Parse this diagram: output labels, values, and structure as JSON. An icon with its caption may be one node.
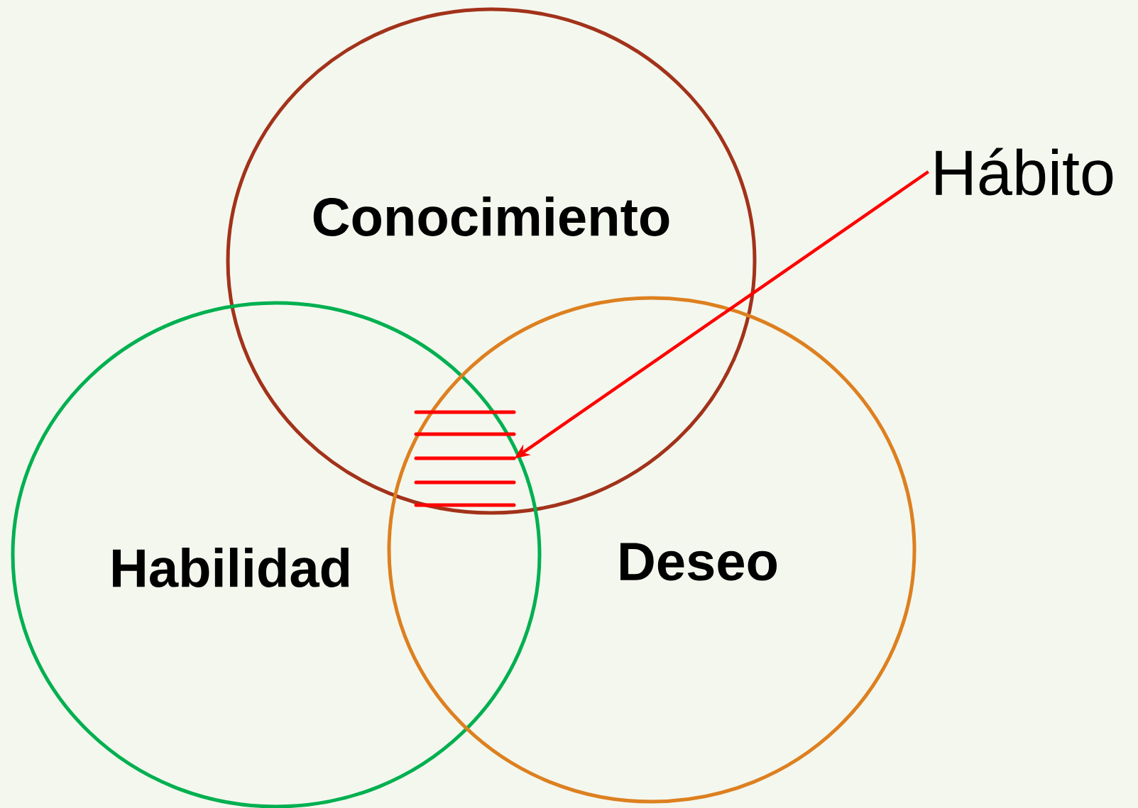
{
  "diagram": {
    "nodes": [
      {
        "text": [
          "Conocimiento"
        ]
      },
      {
        "text": [
          "Habilidad"
        ]
      },
      {
        "text": [
          "Deseo"
        ]
      },
      {
        "text": [
          "Hábito"
        ]
      },
      {
        "text": [],
        "shape": "box"
      }
    ],
    "edges": [
      {
        "from": 3,
        "to": 4,
        "arrow": "to"
      }
    ]
  }
}
